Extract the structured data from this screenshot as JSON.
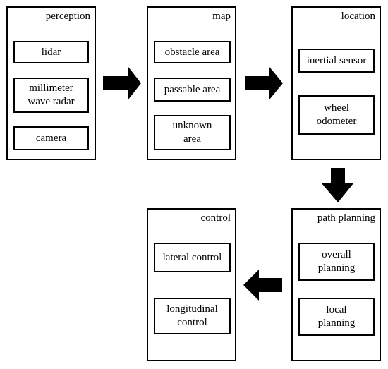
{
  "panels": {
    "perception": {
      "title": "perception",
      "items": [
        "lidar",
        "millimeter\nwave radar",
        "camera"
      ]
    },
    "map": {
      "title": "map",
      "items": [
        "obstacle area",
        "passable area",
        "unknown\narea"
      ]
    },
    "location": {
      "title": "location",
      "items": [
        "inertial sensor",
        "wheel\nodometer"
      ]
    },
    "path_planning": {
      "title": "path planning",
      "items": [
        "overall\nplanning",
        "local\nplanning"
      ]
    },
    "control": {
      "title": "control",
      "items": [
        "lateral control",
        "longitudinal\ncontrol"
      ]
    }
  },
  "arrow_color": "#000000",
  "arrows": [
    {
      "from": "perception",
      "to": "map",
      "direction": "right"
    },
    {
      "from": "map",
      "to": "location",
      "direction": "right"
    },
    {
      "from": "location",
      "to": "path_planning",
      "direction": "down"
    },
    {
      "from": "path_planning",
      "to": "control",
      "direction": "left"
    }
  ]
}
